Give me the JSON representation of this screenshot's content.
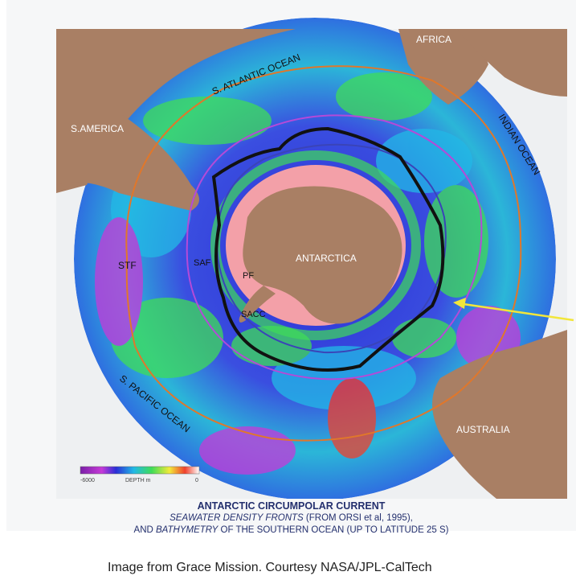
{
  "map": {
    "labels": {
      "africa": "AFRICA",
      "s_america": "S.AMERICA",
      "antarctica": "ANTARCTICA",
      "australia": "AUSTRALIA",
      "s_atlantic": "S. ATLANTIC OCEAN",
      "indian": "INDIAN OCEAN",
      "s_pacific": "S. PACIFIC OCEAN",
      "stf": "STF",
      "saf": "SAF",
      "pf": "PF",
      "sacc": "SACC"
    },
    "legend": {
      "min": "-6000",
      "max": "0",
      "title": "DEPTH m"
    },
    "colors": {
      "land": "#a97f64",
      "deep_ocean": "#2a2ed6",
      "stf_front": "#e0772b",
      "saf_front": "#b44ad8",
      "pf_front": "#111111",
      "sacc_front": "#3a44b8",
      "arrow": "#f2e63a"
    }
  },
  "caption": {
    "title": "ANTARCTIC CIRCUMPOLAR CURRENT",
    "line1_em": "SEAWATER DENSITY FRONTS",
    "line1_rest": " (FROM ORSI et al, 1995),",
    "line2_prefix": "AND ",
    "line2_em": "BATHYMETRY",
    "line2_rest": " OF THE SOUTHERN OCEAN (UP TO LATITUDE 25 S)"
  },
  "credit": "Image from Grace Mission. Courtesy NASA/JPL-CalTech"
}
